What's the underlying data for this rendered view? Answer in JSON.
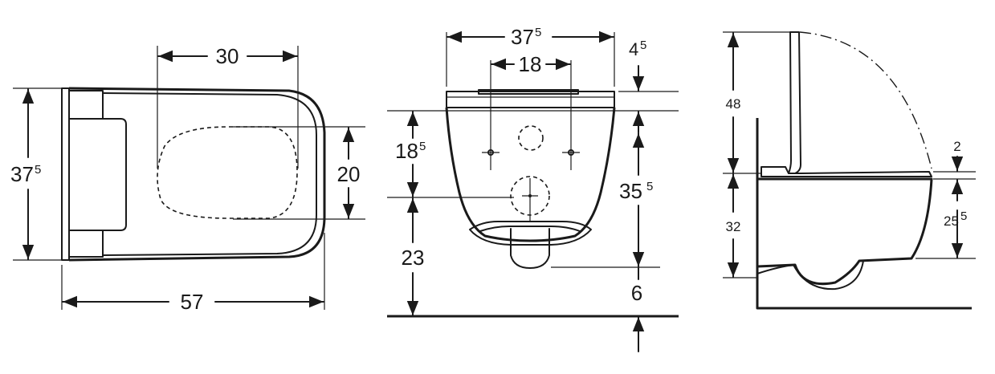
{
  "top_view": {
    "dim_width_main": "37",
    "dim_width_sup": "5",
    "dim_seat_width": "30",
    "dim_seat_height": "20",
    "dim_depth": "57"
  },
  "front_view": {
    "dim_width_main": "37",
    "dim_width_sup": "5",
    "dim_bolts": "18",
    "dim_top_main": "4",
    "dim_top_sup": "5",
    "dim_drain_main": "18",
    "dim_drain_sup": "5",
    "dim_height_main": "35",
    "dim_height_sup": "5",
    "dim_floor": "23",
    "dim_bottom": "6"
  },
  "side_view": {
    "dim_lid": "48",
    "dim_seat": "2",
    "dim_bowl": "32",
    "dim_rim_main": "25",
    "dim_rim_sup": "5"
  }
}
